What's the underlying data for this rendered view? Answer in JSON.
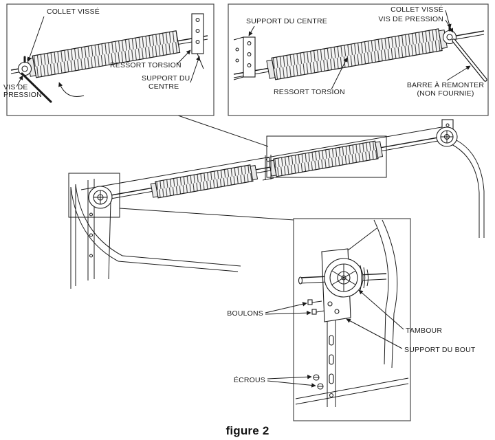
{
  "figure": {
    "caption": "figure 2"
  },
  "colors": {
    "line": "#1a1a1a",
    "background": "#ffffff"
  },
  "inset_top_left": {
    "labels": {
      "collet_visse": "COLLET VISSÉ",
      "ressort_torsion": "RESSORT TORSION",
      "support_du_centre": [
        "SUPPORT DU",
        "CENTRE"
      ],
      "vis_de_pression": [
        "VIS DE",
        "PRESSION"
      ]
    }
  },
  "inset_top_right": {
    "labels": {
      "support_du_centre": "SUPPORT DU CENTRE",
      "collet_visse": "COLLET VISSÉ",
      "vis_de_pression": "VIS DE PRESSION",
      "ressort_torsion": "RESSORT TORSION",
      "barre_a_remonter": [
        "BARRE À REMONTER",
        "(NON FOURNIE)"
      ]
    }
  },
  "inset_bottom": {
    "labels": {
      "boulons": "BOULONS",
      "tambour": "TAMBOUR",
      "support_du_bout": "SUPPORT DU BOUT",
      "ecrous": "ÉCROUS"
    }
  }
}
